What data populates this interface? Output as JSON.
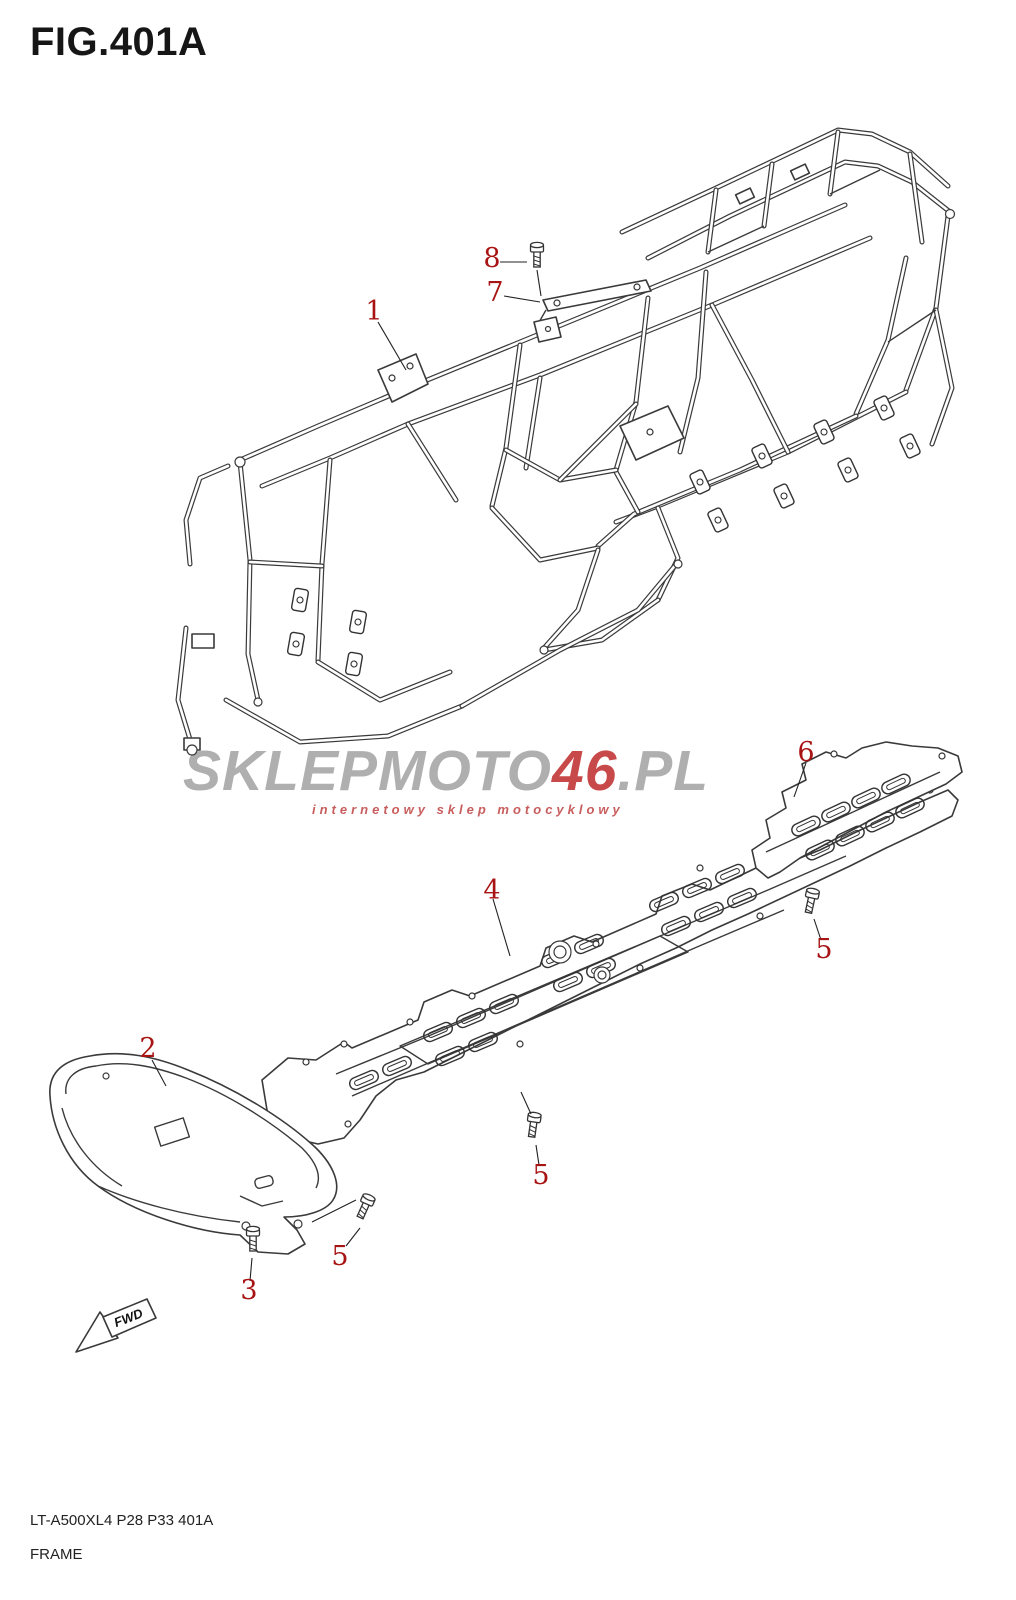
{
  "page": {
    "title": "FIG.401A",
    "footer_code": "LT-A500XL4 P28 P33 401A",
    "footer_name": "FRAME"
  },
  "watermark": {
    "prefix": "SKLEP",
    "mid": "MOTO",
    "number": "46",
    "suffix": ".PL",
    "tagline": "internetowy sklep motocyklowy"
  },
  "direction_arrow": {
    "label": "FWD"
  },
  "callouts": {
    "c1": {
      "label": "1"
    },
    "c2": {
      "label": "2"
    },
    "c3": {
      "label": "3"
    },
    "c4": {
      "label": "4"
    },
    "c5a": {
      "label": "5"
    },
    "c5b": {
      "label": "5"
    },
    "c5c": {
      "label": "5"
    },
    "c6": {
      "label": "6"
    },
    "c7": {
      "label": "7"
    },
    "c8": {
      "label": "8"
    }
  },
  "colors": {
    "callout_red": "#a81414",
    "drawing_line": "#3a3a3a",
    "watermark_gray": "#a9a9a9",
    "watermark_red": "#c43a3a",
    "background": "#ffffff"
  }
}
